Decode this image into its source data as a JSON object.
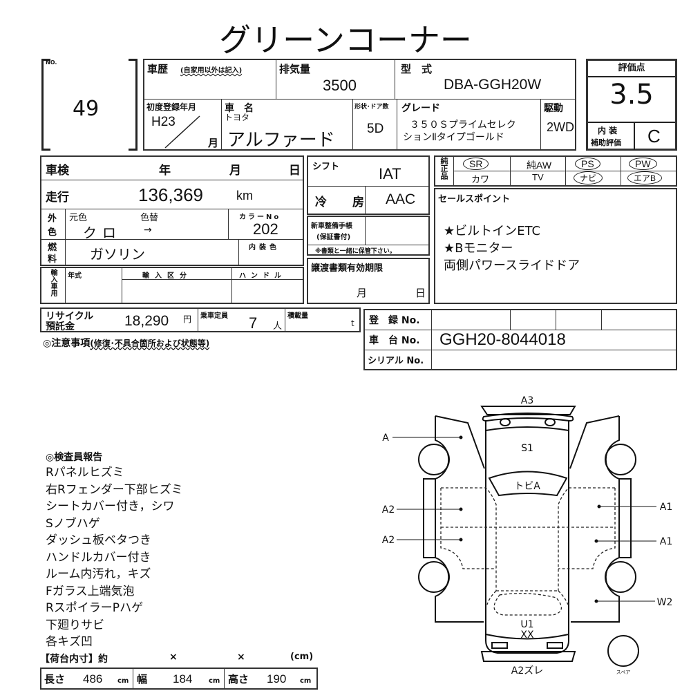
{
  "title": "グリーンコーナー",
  "lot": {
    "no_label": "NO.",
    "number": "49"
  },
  "history": {
    "label": "車歴",
    "note": "(自家用以外は記入)",
    "value": ""
  },
  "displacement": {
    "label": "排気量",
    "value": "3500"
  },
  "model_type": {
    "label": "型　式",
    "value": "DBA-GGH20W"
  },
  "first_registration": {
    "label": "初度登録年月",
    "year": "H23",
    "month_label": "月"
  },
  "car_name": {
    "label": "車　名",
    "maker": "トヨタ",
    "value": "アルファード"
  },
  "body_doors": {
    "label": "形状･ドア数",
    "value": "5D"
  },
  "grade": {
    "label": "グレード",
    "line1": "３５０Ｓプライムセレク",
    "line2": "ションⅡタイプゴールド"
  },
  "drive": {
    "label": "駆動",
    "value": "2WD"
  },
  "rating": {
    "label": "評価点",
    "value": "3.5",
    "interior_label_1": "内 装",
    "interior_label_2": "補助評価",
    "interior_value": "C"
  },
  "inspection": {
    "label": "車検",
    "year": "年",
    "month": "月",
    "day": "日"
  },
  "mileage": {
    "label": "走行",
    "value": "136,369",
    "unit": "km"
  },
  "exterior_color": {
    "label_1": "外",
    "label_2": "色",
    "original_label": "元色",
    "change_label": "色替",
    "original": "クロ",
    "arrow": "→",
    "color_no_label": "カラーNo",
    "color_no": "202"
  },
  "fuel": {
    "label_1": "燃",
    "label_2": "料",
    "value": "ガソリン",
    "interior_color_label": "内装色"
  },
  "import": {
    "label": "輸入車用",
    "year_label": "年式",
    "division_label": "輸入区分",
    "handle_label": "ハンドル"
  },
  "shift": {
    "label": "シフト",
    "value": "IAT"
  },
  "aircon": {
    "label": "冷　房",
    "value": "AAC"
  },
  "service_book": {
    "label_1": "新車整備手帳",
    "label_2": "(保証書付)",
    "note": "※書類と一緒に保管下さい。"
  },
  "transfer_docs": {
    "label": "譲渡書類有効期限",
    "month": "月",
    "day": "日"
  },
  "genuine": {
    "label": "純正品",
    "items": [
      {
        "text": "SR",
        "circled": true
      },
      {
        "text": "純AW",
        "circled": false
      },
      {
        "text": "PS",
        "circled": true
      },
      {
        "text": "PW",
        "circled": true
      },
      {
        "text": "カワ",
        "circled": false
      },
      {
        "text": "TV",
        "circled": false
      },
      {
        "text": "ナビ",
        "circled": true
      },
      {
        "text": "エアB",
        "circled": true
      }
    ]
  },
  "sales_points": {
    "label": "セールスポイント",
    "lines": [
      "★ビルトインETC",
      "★Bモニター",
      "両側パワースライドドア"
    ]
  },
  "recycle": {
    "label_1": "リサイクル",
    "label_2": "預託金",
    "value": "18,290",
    "unit": "円"
  },
  "capacity": {
    "label": "乗車定員",
    "value": "7",
    "unit": "人"
  },
  "load": {
    "label": "積載量",
    "unit": "t"
  },
  "registration": {
    "reg_no_label": "登　録 No.",
    "chassis_label": "車　台 No.",
    "chassis_value": "GGH20-8044018",
    "serial_label": "シリアル No."
  },
  "notes_title": "◎注意事項",
  "notes_sub": "(修復･不具合箇所および状態等)",
  "report": {
    "title": "◎検査員報告",
    "lines": [
      "Rパネルヒズミ",
      "右Rフェンダー下部ヒズミ",
      "シートカバー付き，シワ",
      "Sノブハゲ",
      "ダッシュ板ベタつき",
      "ハンドルカバー付き",
      "ルーム内汚れ，キズ",
      "Fガラス上端気泡",
      "RスポイラーPハゲ",
      "下廻りサビ",
      "各キズ凹"
    ]
  },
  "cargo": {
    "label": "【荷台内寸】約",
    "x1": "×",
    "x2": "×",
    "unit": "(cm)"
  },
  "dimensions": {
    "length_label": "長さ",
    "length": "486",
    "width_label": "幅",
    "width": "184",
    "height_label": "高さ",
    "height": "190",
    "unit": "cm"
  },
  "diagram": {
    "rear": "A3",
    "roof_rear": "S1",
    "windshield": "トビA",
    "left_rear": "A",
    "left_1": "A2",
    "left_2": "A2",
    "right_1": "A1",
    "right_2": "A1",
    "right_front": "W2",
    "front_1": "U1",
    "front_2": "XX",
    "front_bumper": "A2ズレ",
    "spare": "スペア"
  }
}
